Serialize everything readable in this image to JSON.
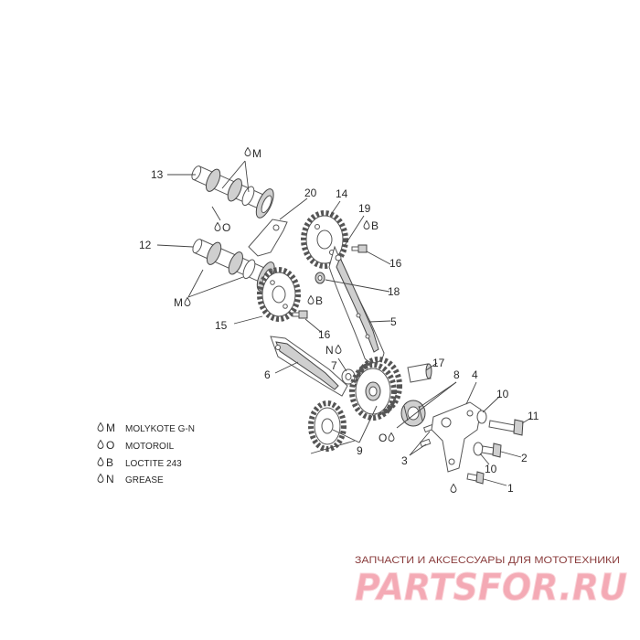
{
  "part_callouts": [
    "13",
    "20",
    "14",
    "19",
    "16",
    "12",
    "18",
    "16",
    "15",
    "5",
    "7",
    "6",
    "17",
    "8",
    "4",
    "10",
    "11",
    "9",
    "3",
    "2",
    "10",
    "1"
  ],
  "lubricant_marks": [
    "M",
    "B",
    "O",
    "M",
    "B",
    "N",
    "O"
  ],
  "legend": [
    {
      "code": "M",
      "name": "MOLYKOTE G-N"
    },
    {
      "code": "O",
      "name": "MOTOROIL"
    },
    {
      "code": "B",
      "name": "LOCTITE 243"
    },
    {
      "code": "N",
      "name": "GREASE"
    }
  ],
  "watermark": {
    "tagline": "ЗАПЧАСТИ И АКСЕССУАРЫ ДЛЯ МОТОТЕХНИКИ",
    "logo": "PARTSFOR.RU"
  }
}
